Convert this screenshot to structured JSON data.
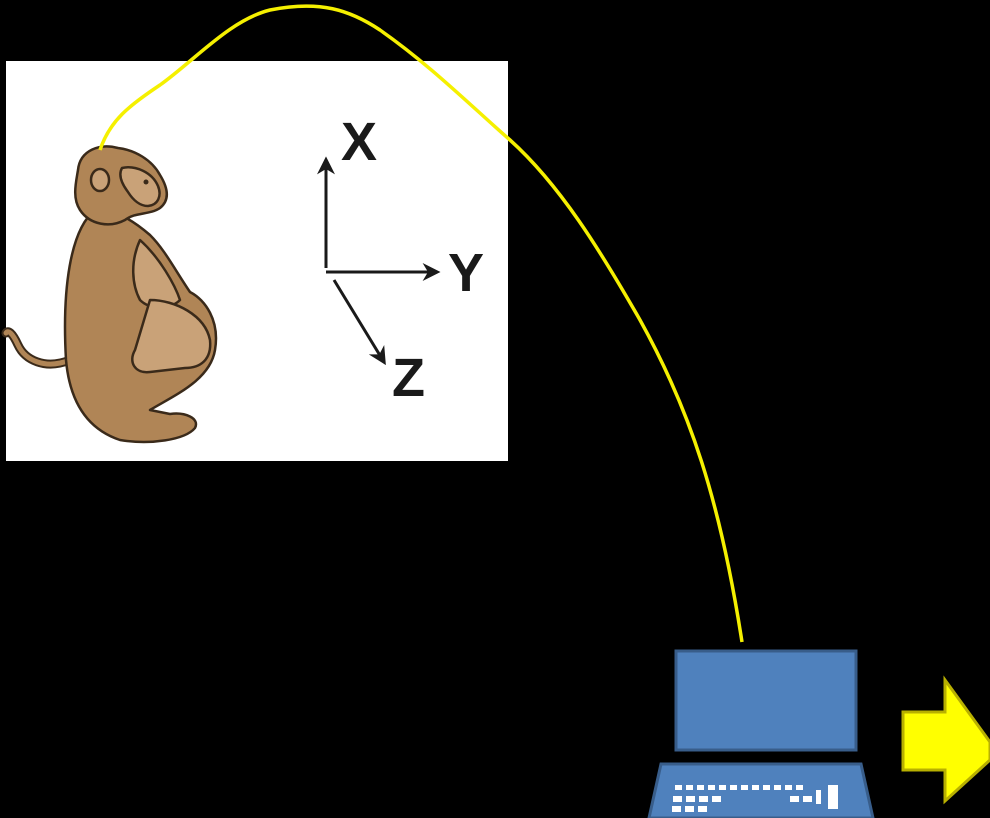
{
  "axes": {
    "x_label": "X",
    "y_label": "Y",
    "z_label": "Z"
  },
  "icons": {
    "subject": "monkey-icon",
    "computer": "laptop-icon",
    "output": "right-arrow-icon",
    "cable": "cable-line"
  },
  "colors": {
    "background": "#000000",
    "panel": "#ffffff",
    "cable": "#f5f000",
    "laptop_fill": "#4f81bd",
    "laptop_outline": "#385d8a",
    "arrow_fill": "#ffff00",
    "arrow_outline": "#b8b000",
    "monkey_fur": "#b08556",
    "monkey_light": "#c9a278",
    "axis_ink": "#1a1a1a"
  }
}
